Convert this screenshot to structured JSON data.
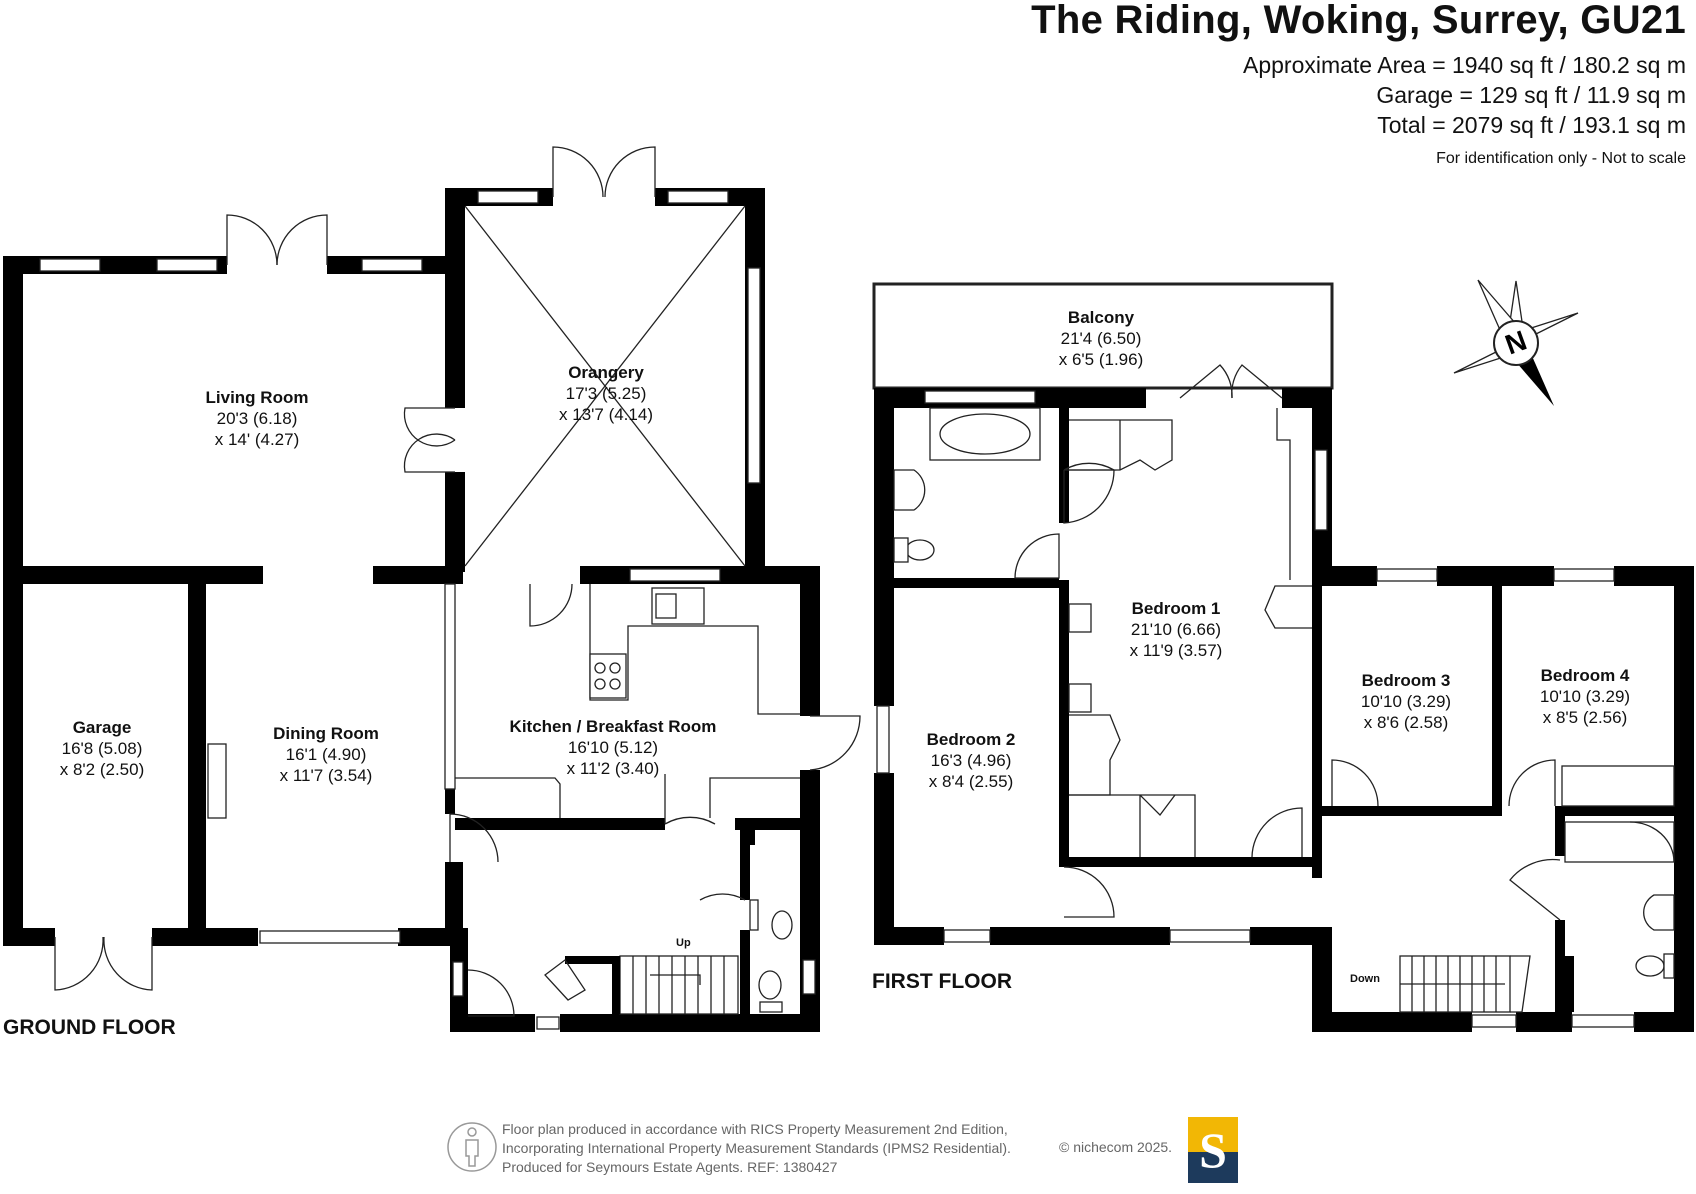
{
  "header": {
    "title": "The Riding, Woking, Surrey, GU21",
    "area_line": "Approximate Area = 1940 sq ft / 180.2 sq m",
    "garage_line": "Garage = 129 sq ft / 11.9 sq m",
    "total_line": "Total = 2079 sq ft / 193.1 sq m",
    "note": "For identification only - Not to scale"
  },
  "floors": {
    "ground_label": "GROUND FLOOR",
    "first_label": "FIRST FLOOR"
  },
  "rooms": {
    "living": {
      "name": "Living Room",
      "dims": [
        "20'3 (6.18)",
        "x 14' (4.27)"
      ]
    },
    "orangery": {
      "name": "Orangery",
      "dims": [
        "17'3 (5.25)",
        "x 13'7 (4.14)"
      ]
    },
    "garage": {
      "name": "Garage",
      "dims": [
        "16'8 (5.08)",
        "x 8'2 (2.50)"
      ]
    },
    "dining": {
      "name": "Dining Room",
      "dims": [
        "16'1 (4.90)",
        "x 11'7 (3.54)"
      ]
    },
    "kitchen": {
      "name": "Kitchen / Breakfast Room",
      "dims": [
        "16'10 (5.12)",
        "x 11'2 (3.40)"
      ]
    },
    "balcony": {
      "name": "Balcony",
      "dims": [
        "21'4 (6.50)",
        "x 6'5 (1.96)"
      ]
    },
    "bed1": {
      "name": "Bedroom 1",
      "dims": [
        "21'10 (6.66)",
        "x 11'9 (3.57)"
      ]
    },
    "bed2": {
      "name": "Bedroom 2",
      "dims": [
        "16'3 (4.96)",
        "x 8'4 (2.55)"
      ]
    },
    "bed3": {
      "name": "Bedroom 3",
      "dims": [
        "10'10 (3.29)",
        "x 8'6 (2.58)"
      ]
    },
    "bed4": {
      "name": "Bedroom 4",
      "dims": [
        "10'10 (3.29)",
        "x 8'5 (2.56)"
      ]
    }
  },
  "stairs": {
    "up": "Up",
    "down": "Down"
  },
  "compass": {
    "letter": "N"
  },
  "footer": {
    "line1": "Floor plan produced in accordance with RICS Property Measurement 2nd Edition,",
    "line2": "Incorporating International Property Measurement Standards (IPMS2 Residential).",
    "line3": "Produced for Seymours Estate Agents.   REF: 1380427",
    "copyright": "© nichecom 2025.",
    "logo_letter": "S"
  },
  "colors": {
    "wall": "#000000",
    "logo_gold": "#f2b705",
    "logo_navy": "#1d3a5c"
  }
}
